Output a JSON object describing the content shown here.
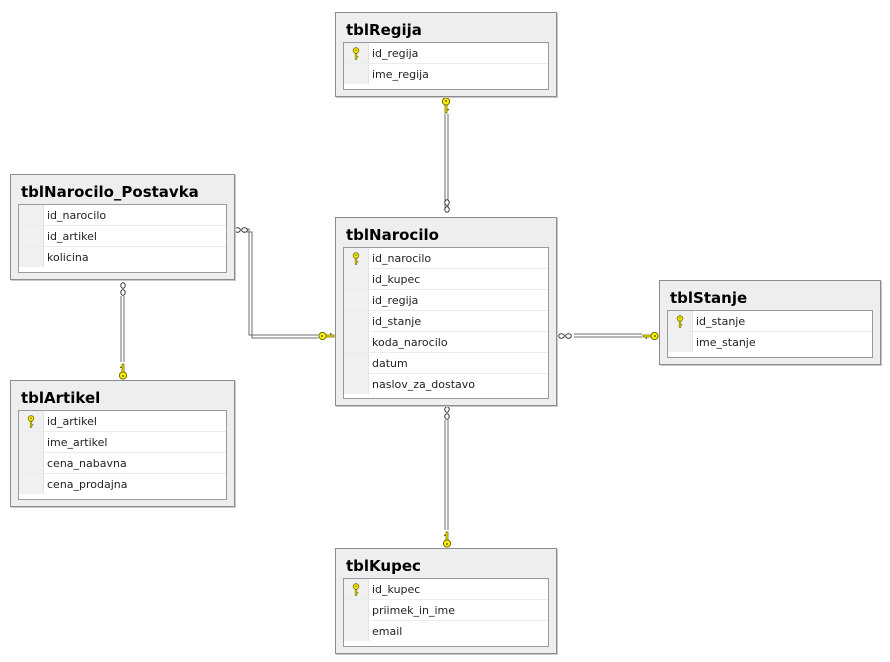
{
  "colors": {
    "key": "#ffee00",
    "line": "#6e6e6e",
    "panel": "#eeeeee"
  },
  "tables": {
    "regija": {
      "title": "tblRegija",
      "columns": [
        {
          "name": "id_regija",
          "key": true
        },
        {
          "name": "ime_regija",
          "key": false
        }
      ]
    },
    "postavka": {
      "title": "tblNarocilo_Postavka",
      "columns": [
        {
          "name": "id_narocilo",
          "key": false
        },
        {
          "name": "id_artikel",
          "key": false
        },
        {
          "name": "kolicina",
          "key": false
        }
      ]
    },
    "narocilo": {
      "title": "tblNarocilo",
      "columns": [
        {
          "name": "id_narocilo",
          "key": true
        },
        {
          "name": "id_kupec",
          "key": false
        },
        {
          "name": "id_regija",
          "key": false
        },
        {
          "name": "id_stanje",
          "key": false
        },
        {
          "name": "koda_narocilo",
          "key": false
        },
        {
          "name": "datum",
          "key": false
        },
        {
          "name": "naslov_za_dostavo",
          "key": false
        }
      ]
    },
    "stanje": {
      "title": "tblStanje",
      "columns": [
        {
          "name": "id_stanje",
          "key": true
        },
        {
          "name": "ime_stanje",
          "key": false
        }
      ]
    },
    "artikel": {
      "title": "tblArtikel",
      "columns": [
        {
          "name": "id_artikel",
          "key": true
        },
        {
          "name": "ime_artikel",
          "key": false
        },
        {
          "name": "cena_nabavna",
          "key": false
        },
        {
          "name": "cena_prodajna",
          "key": false
        }
      ]
    },
    "kupec": {
      "title": "tblKupec",
      "columns": [
        {
          "name": "id_kupec",
          "key": true
        },
        {
          "name": "priimek_in_ime",
          "key": false
        },
        {
          "name": "email",
          "key": false
        }
      ]
    }
  },
  "relationships": [
    {
      "one": "tblRegija",
      "many": "tblNarocilo"
    },
    {
      "one": "tblNarocilo",
      "many": "tblNarocilo_Postavka"
    },
    {
      "one": "tblStanje",
      "many": "tblNarocilo"
    },
    {
      "one": "tblArtikel",
      "many": "tblNarocilo_Postavka"
    },
    {
      "one": "tblKupec",
      "many": "tblNarocilo"
    }
  ]
}
